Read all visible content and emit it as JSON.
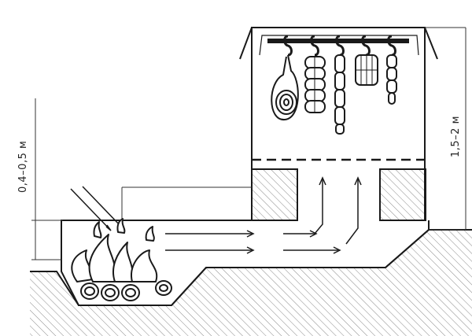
{
  "labels": {
    "firebox_height": "0,4–0,5 м",
    "chamber_height": "1,5–2 м"
  },
  "colors": {
    "stroke": "#1a1a1a",
    "hatch": "#888888",
    "background": "#ffffff"
  },
  "items": [
    "ham",
    "salami-stack",
    "sausage-links",
    "sausage-bunch",
    "small-sausages"
  ]
}
